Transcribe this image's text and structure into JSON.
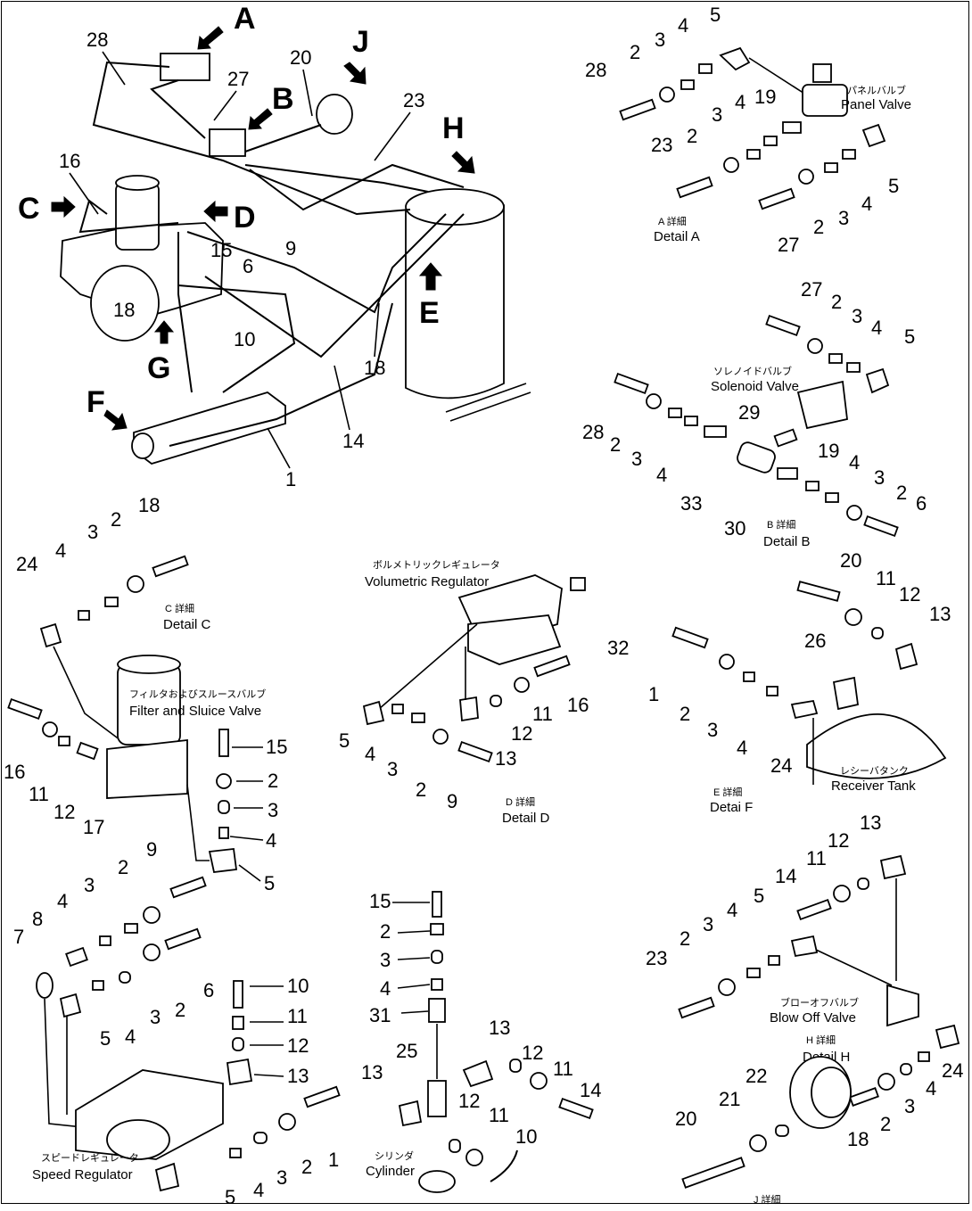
{
  "main": {
    "arrows": [
      "A",
      "B",
      "C",
      "D",
      "E",
      "F",
      "G",
      "H",
      "J"
    ],
    "labels": {
      "n28": "28",
      "n20": "20",
      "n27": "27",
      "n23": "23",
      "n16": "16",
      "n6": "6",
      "n9": "9",
      "n15": "15",
      "n18": "18",
      "n10": "10",
      "n18b": "18",
      "n14": "14",
      "n1": "1"
    }
  },
  "detail_a": {
    "caption_jp": "A 詳細",
    "caption": "Detail A",
    "component_jp": "パネルバルブ",
    "component": "Panel Valve",
    "nums": [
      "28",
      "2",
      "3",
      "4",
      "5",
      "19",
      "23",
      "2",
      "3",
      "4",
      "5",
      "4",
      "3",
      "2",
      "27"
    ]
  },
  "detail_b": {
    "caption_jp": "B 詳細",
    "caption": "Detail B",
    "component_jp": "ソレノイドバルブ",
    "component": "Solenoid Valve",
    "nums": [
      "27",
      "2",
      "3",
      "4",
      "5",
      "28",
      "2",
      "3",
      "4",
      "33",
      "29",
      "30",
      "19",
      "4",
      "3",
      "2",
      "6"
    ]
  },
  "detail_c": {
    "caption_jp": "C 詳細",
    "caption": "Detail C",
    "component_jp": "フィルタおよびスルースバルブ",
    "component": "Filter and Sluice Valve",
    "nums": [
      "24",
      "4",
      "3",
      "2",
      "18",
      "16",
      "11",
      "12",
      "17",
      "15",
      "2",
      "3",
      "4",
      "5"
    ]
  },
  "detail_d": {
    "caption_jp": "D 詳細",
    "caption": "Detail D",
    "component_jp": "ボルメトリックレギュレータ",
    "component": "Volumetric Regulator",
    "nums": [
      "32",
      "16",
      "11",
      "12",
      "13",
      "5",
      "4",
      "3",
      "2",
      "9"
    ]
  },
  "detail_e": {
    "caption_jp": "E 詳細",
    "caption": "Detai F",
    "component_jp": "レシーバタンク",
    "component": "Receiver Tank",
    "nums": [
      "20",
      "11",
      "12",
      "13",
      "26",
      "1",
      "2",
      "3",
      "4",
      "24"
    ]
  },
  "detail_f": {
    "component_jp": "スピードレギュレータ",
    "component": "Speed Regulator",
    "nums": [
      "9",
      "2",
      "3",
      "4",
      "8",
      "7",
      "5",
      "4",
      "3",
      "2",
      "6",
      "10",
      "11",
      "12",
      "13",
      "1",
      "2",
      "3",
      "4",
      "5"
    ]
  },
  "detail_g": {
    "component_jp": "シリンダ",
    "component": "Cylinder",
    "nums": [
      "15",
      "2",
      "3",
      "4",
      "31",
      "25",
      "13",
      "13",
      "12",
      "11",
      "14",
      "12",
      "11",
      "10"
    ]
  },
  "detail_h": {
    "caption_jp": "H 詳細",
    "caption": "Detail H",
    "component_jp": "ブローオフバルブ",
    "component": "Blow Off Valve",
    "nums": [
      "13",
      "12",
      "11",
      "14",
      "5",
      "4",
      "3",
      "2",
      "23",
      "24",
      "4",
      "3",
      "2",
      "18"
    ]
  },
  "detail_j": {
    "caption_jp": "J 詳細",
    "nums": [
      "22",
      "21",
      "20"
    ]
  }
}
